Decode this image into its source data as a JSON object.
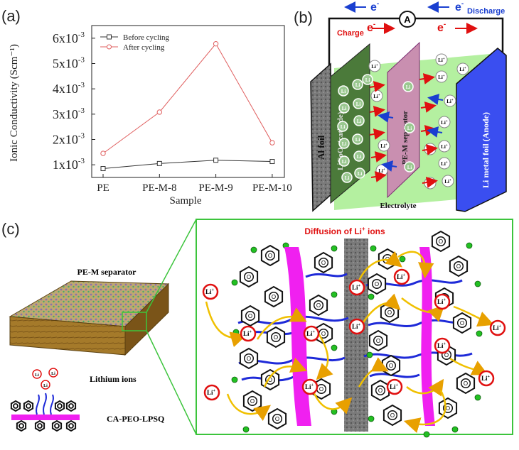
{
  "panels": {
    "a": {
      "label": "(a)"
    },
    "b": {
      "label": "(b)"
    },
    "c": {
      "label": "(c)"
    }
  },
  "chart_data": {
    "type": "line",
    "title": "",
    "xlabel": "Sample",
    "ylabel": "Ionic Conductivity (Scm⁻¹)",
    "categories": [
      "PE",
      "PE-M-8",
      "PE-M-9",
      "PE-M-10"
    ],
    "series": [
      {
        "name": "Before cycling",
        "values": [
          0.00085,
          0.00105,
          0.00118,
          0.00113
        ],
        "color": "#333333",
        "marker": "square"
      },
      {
        "name": "After cycling",
        "values": [
          0.00145,
          0.00308,
          0.00578,
          0.00187
        ],
        "color": "#e06060",
        "marker": "circle"
      }
    ],
    "ylim": [
      0.0005,
      0.0065
    ],
    "yticks": [
      {
        "value": 0.001,
        "label": "1x10"
      },
      {
        "value": 0.002,
        "label": "2x10"
      },
      {
        "value": 0.003,
        "label": "3x10"
      },
      {
        "value": 0.004,
        "label": "4x10"
      },
      {
        "value": 0.005,
        "label": "5x10"
      },
      {
        "value": 0.006,
        "label": "6x10"
      }
    ],
    "ytick_exponent": "-3",
    "legend": "top-left",
    "grid": false
  },
  "battery": {
    "electron": "e",
    "electron_sup": "-",
    "ammeter": "A",
    "discharge": "Discharge",
    "charge": "Charge",
    "al_foil": "Al foil",
    "cathode": "LiCoO₂ (cathode)",
    "separator": "PE-M separator",
    "anode": "Li metal foil (Anode)",
    "electrolyte": "Electrolyte",
    "li_ion": "Li",
    "li_sup": "+",
    "colors": {
      "arrow_red": "#e01010",
      "arrow_blue": "#1a3fd0",
      "electrolyte": "#b4f0a0",
      "anode": "#3a4ef0",
      "cathode": "#4b7a3a",
      "separator": "#c98fb0"
    }
  },
  "diffusion": {
    "separator_label": "PE-M separator",
    "lithium_ions": "Lithium ions",
    "polymer": "CA-PEO-LPSQ",
    "title_main": "Diffusion of Li",
    "title_sup": "+",
    "title_end": " ions",
    "ring_letter": "O",
    "li_ion": "Li",
    "li_sup": "+",
    "colors": {
      "frame": "#3cc43c",
      "bar": "#f020f0",
      "chain": "#1e2ad8",
      "ion": "#e01010",
      "arrow": "#f0c000",
      "node": "#22c022"
    }
  }
}
